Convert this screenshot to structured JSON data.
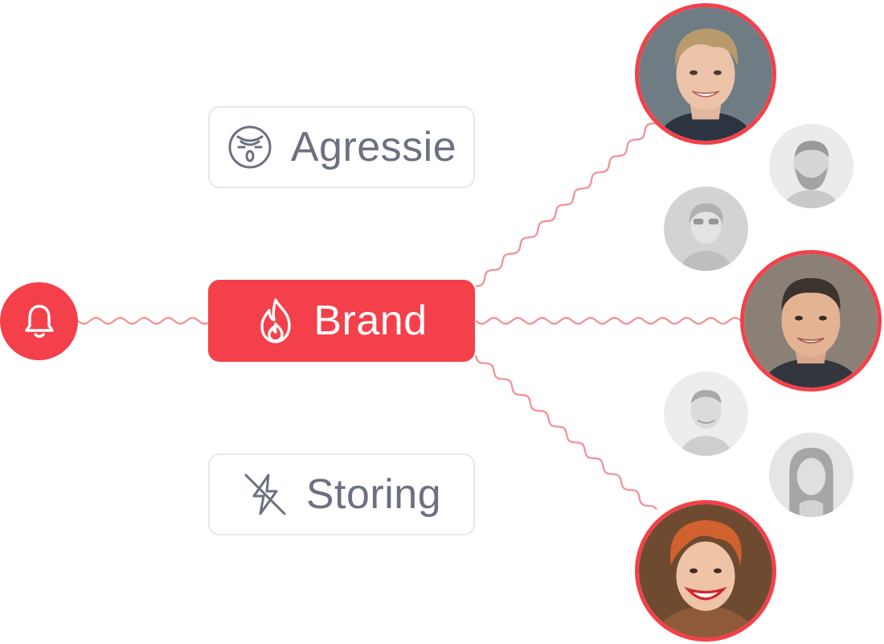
{
  "colors": {
    "accent": "#f4404a",
    "wire": "#f38e93",
    "chip_text": "#6b7180",
    "chip_border": "#e6e8ec",
    "grey_avatar": "#dcdcdc"
  },
  "trigger": {
    "icon": "bell-icon"
  },
  "categories": [
    {
      "label": "Agressie",
      "icon": "angry-face-icon",
      "state": "inactive"
    },
    {
      "label": "Brand",
      "icon": "flame-icon",
      "state": "active"
    },
    {
      "label": "Storing",
      "icon": "no-power-icon",
      "state": "inactive"
    }
  ],
  "contacts": [
    {
      "name": "contact-1",
      "state": "alerted"
    },
    {
      "name": "contact-2",
      "state": "idle"
    },
    {
      "name": "contact-3",
      "state": "idle"
    },
    {
      "name": "contact-4",
      "state": "alerted"
    },
    {
      "name": "contact-5",
      "state": "idle"
    },
    {
      "name": "contact-6",
      "state": "idle"
    },
    {
      "name": "contact-7",
      "state": "alerted"
    }
  ]
}
